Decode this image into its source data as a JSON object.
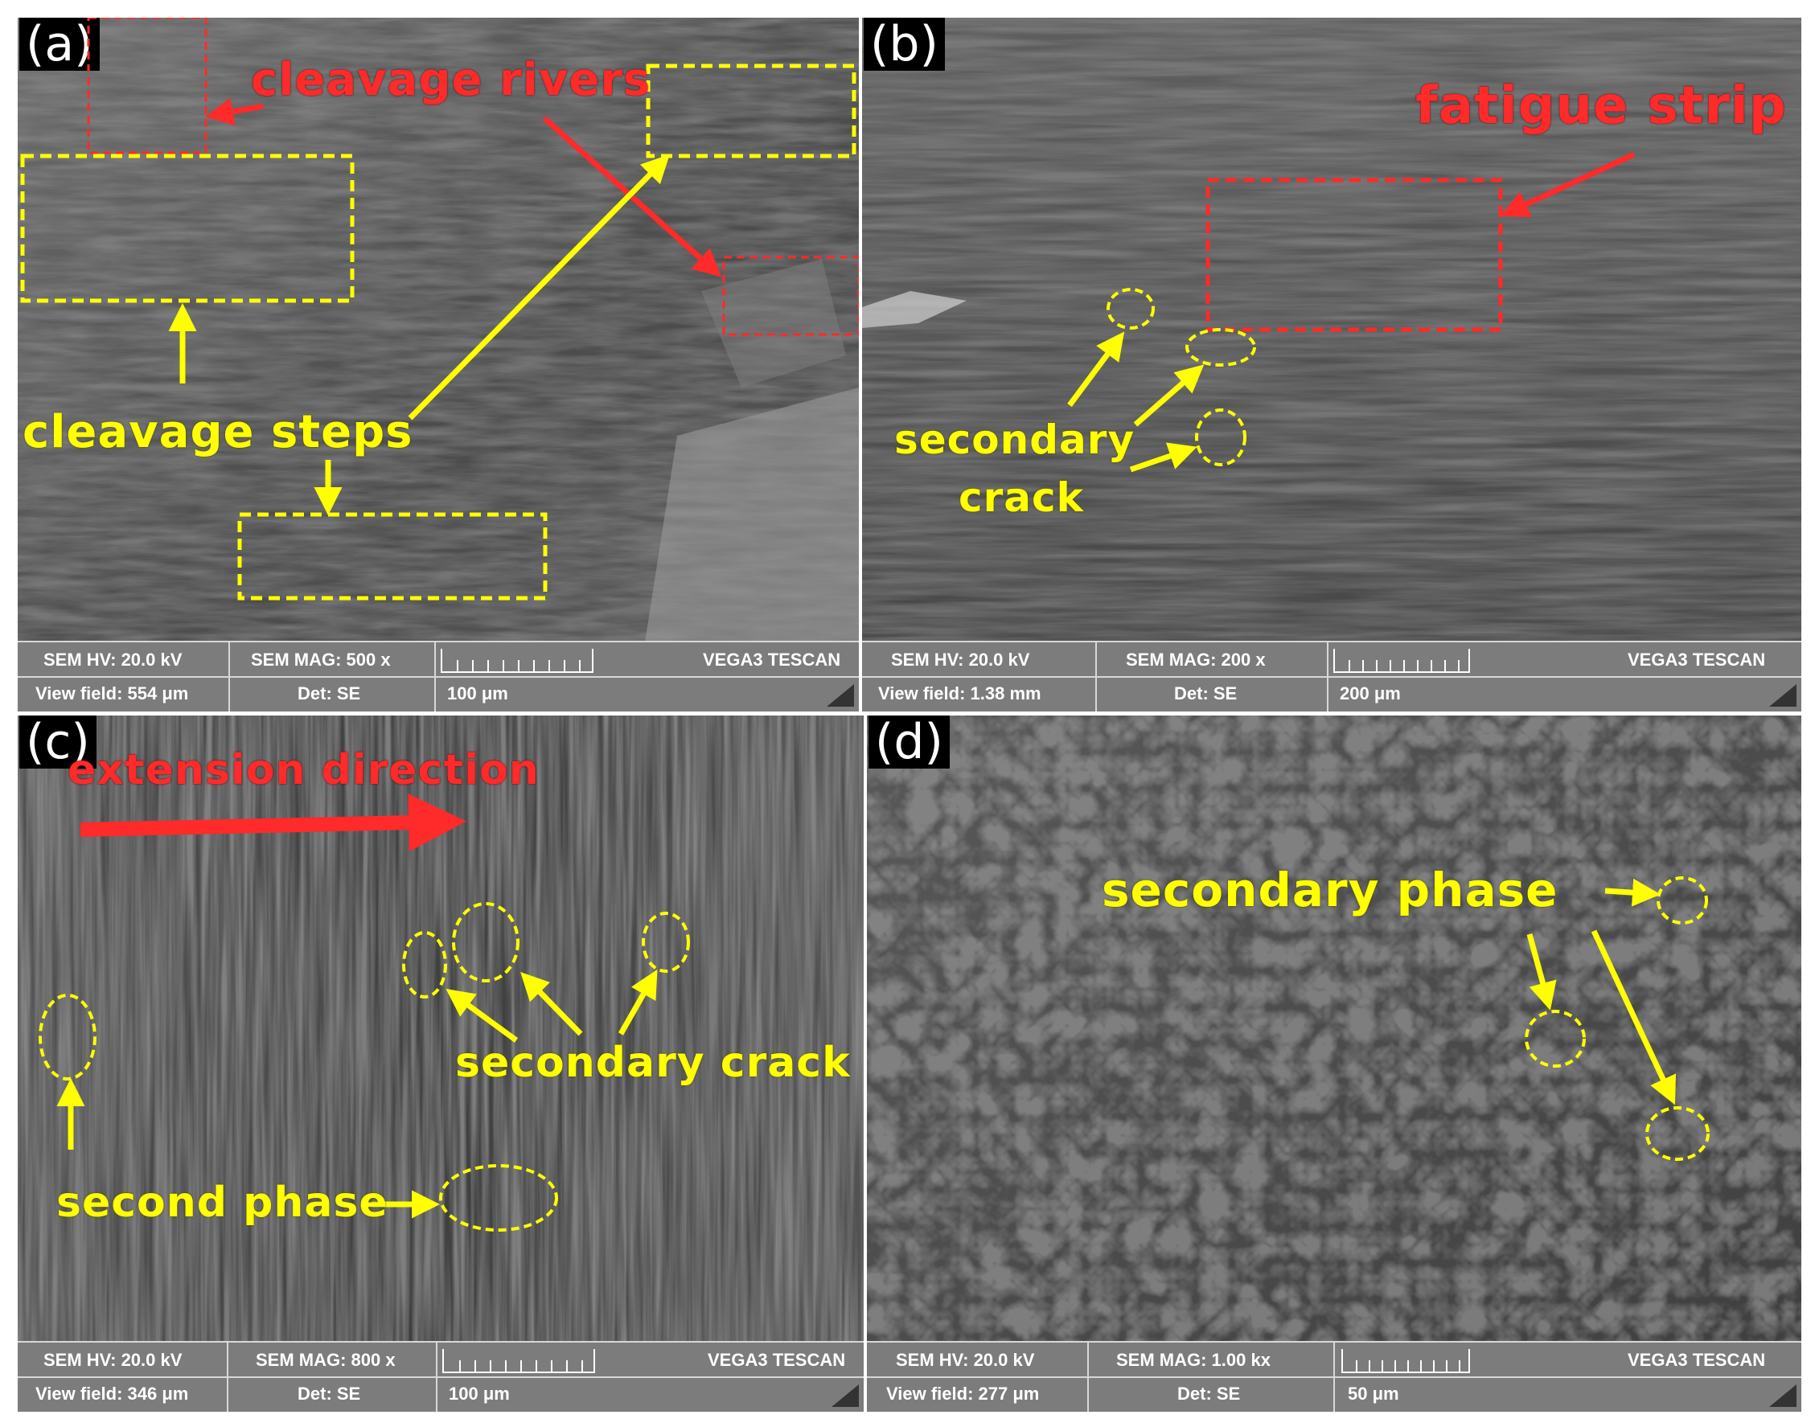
{
  "panels": {
    "a": {
      "label": "(a)",
      "annotations": {
        "cleavage_rivers": "cleavage rivers",
        "cleavage_steps": "cleavage steps"
      },
      "info": {
        "hv": "SEM HV: 20.0 kV",
        "mag": "SEM MAG: 500 x",
        "brand": "VEGA3 TESCAN",
        "view_field": "View field: 554 μm",
        "det": "Det: SE",
        "scale": "100 μm"
      }
    },
    "b": {
      "label": "(b)",
      "annotations": {
        "fatigue_strip": "fatigue strip",
        "secondary": "secondary",
        "crack": "crack"
      },
      "info": {
        "hv": "SEM HV: 20.0 kV",
        "mag": "SEM MAG: 200 x",
        "brand": "VEGA3 TESCAN",
        "view_field": "View field: 1.38 mm",
        "det": "Det: SE",
        "scale": "200 μm"
      }
    },
    "c": {
      "label": "(c)",
      "annotations": {
        "extension_direction": "extension direction",
        "secondary_crack": "secondary crack",
        "second_phase": "second phase"
      },
      "info": {
        "hv": "SEM HV: 20.0 kV",
        "mag": "SEM MAG: 800 x",
        "brand": "VEGA3 TESCAN",
        "view_field": "View field: 346 μm",
        "det": "Det: SE",
        "scale": "100 μm"
      }
    },
    "d": {
      "label": "(d)",
      "annotations": {
        "secondary_phase": "secondary phase"
      },
      "info": {
        "hv": "SEM HV: 20.0 kV",
        "mag": "SEM MAG: 1.00 kx",
        "brand": "VEGA3 TESCAN",
        "view_field": "View field: 277 μm",
        "det": "Det: SE",
        "scale": "50 μm"
      }
    }
  },
  "colors": {
    "annotation_yellow": "#ffff00",
    "annotation_red": "#ff2a2a",
    "info_bar": "#7c7c7c"
  }
}
